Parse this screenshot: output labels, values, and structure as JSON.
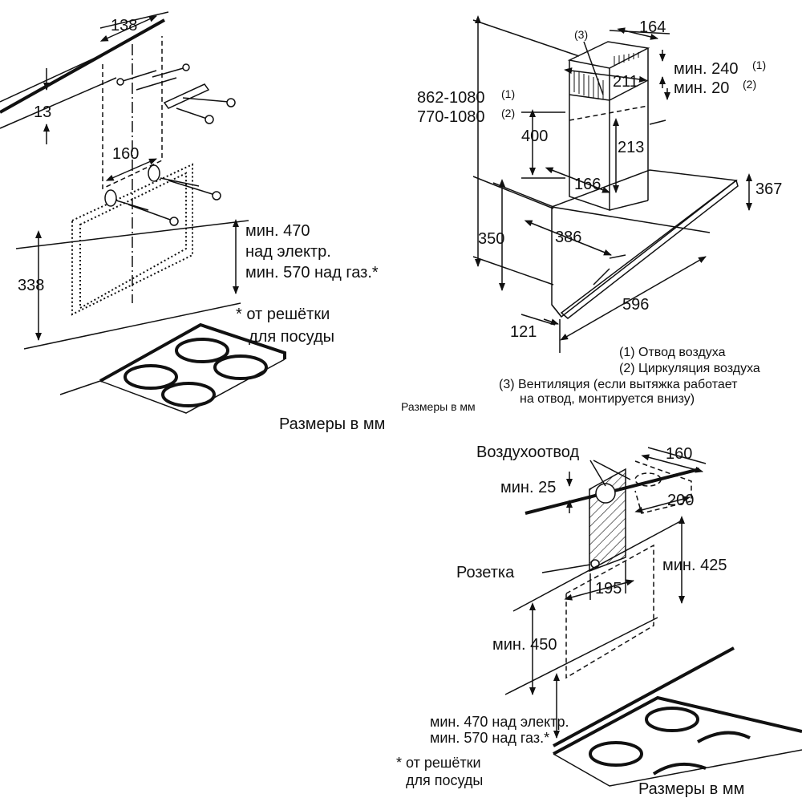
{
  "left_diagram": {
    "dim_top_width": "138",
    "dim_offset": "13",
    "dim_bracket_spacing": "160",
    "dim_height": "338",
    "clearance_line1": "мин. 470",
    "clearance_line2": "над электр.",
    "clearance_line3": "мин. 570 над газ.*",
    "footnote_line1": "* от решётки",
    "footnote_line2": "для посуды",
    "caption": "Размеры в мм"
  },
  "right_top_diagram": {
    "label_ventilation_ref": "(3)",
    "dim_chimney_width": "164",
    "dim_min_240": "мин. 240",
    "ref_1_a": "(1)",
    "dim_min_20": "мин. 20",
    "ref_2_a": "(2)",
    "dim_211": "211",
    "dim_total_1": "862-1080",
    "ref_1_b": "(1)",
    "dim_total_2": "770-1080",
    "ref_2_b": "(2)",
    "dim_400": "400",
    "dim_213": "213",
    "dim_166": "166",
    "dim_367": "367",
    "dim_350": "350",
    "dim_386": "386",
    "dim_596": "596",
    "dim_121": "121",
    "legend_1": "(1) Отвод воздуха",
    "legend_2": "(2) Циркуляция воздуха",
    "legend_3a": "(3) Вентиляция (если вытяжка работает",
    "legend_3b": "на отвод, монтируется внизу)",
    "caption": "Размеры в мм"
  },
  "right_bottom_diagram": {
    "label_air_outlet": "Воздухоотвод",
    "dim_160": "160",
    "dim_min_25": "мин. 25",
    "dim_200": "200",
    "label_socket": "Розетка",
    "dim_min_425": "мин. 425",
    "dim_195": "195",
    "dim_min_450": "мин. 450",
    "clearance_line1": "мин. 470 над электр.",
    "clearance_line2": "мин. 570 над газ.*",
    "footnote_line1": "* от решётки",
    "footnote_line2": "для посуды",
    "caption": "Размеры в мм"
  }
}
